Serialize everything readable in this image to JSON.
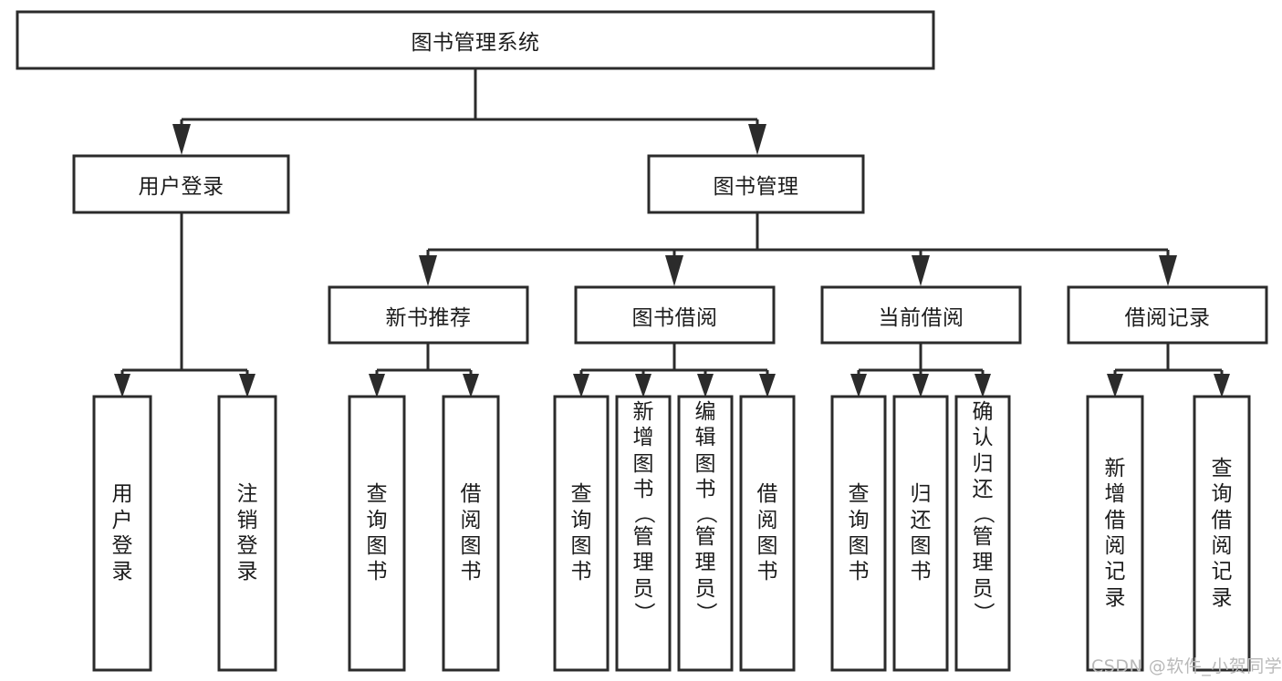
{
  "diagram": {
    "type": "tree-hierarchy-diagram",
    "title": "图书管理系统",
    "root": {
      "id": "root",
      "label": "图书管理系统",
      "orientation": "horizontal"
    },
    "level2": [
      {
        "id": "user-login",
        "label": "用户登录",
        "orientation": "horizontal"
      },
      {
        "id": "book-manage",
        "label": "图书管理",
        "orientation": "horizontal"
      }
    ],
    "level3": [
      {
        "id": "new-book-recommend",
        "label": "新书推荐",
        "orientation": "horizontal",
        "parent": "book-manage"
      },
      {
        "id": "book-borrow",
        "label": "图书借阅",
        "orientation": "horizontal",
        "parent": "book-manage"
      },
      {
        "id": "current-borrow",
        "label": "当前借阅",
        "orientation": "horizontal",
        "parent": "book-manage"
      },
      {
        "id": "borrow-record",
        "label": "借阅记录",
        "orientation": "horizontal",
        "parent": "book-manage"
      }
    ],
    "leaves": [
      {
        "id": "leaf-user-login",
        "label": "用户登录",
        "orientation": "vertical",
        "parent": "user-login",
        "align": "center"
      },
      {
        "id": "leaf-logout-login",
        "label": "注销登录",
        "orientation": "vertical",
        "parent": "user-login",
        "align": "center"
      },
      {
        "id": "leaf-query-book-1",
        "label": "查询图书",
        "orientation": "vertical",
        "parent": "new-book-recommend",
        "align": "center"
      },
      {
        "id": "leaf-borrow-book-1",
        "label": "借阅图书",
        "orientation": "vertical",
        "parent": "new-book-recommend",
        "align": "center"
      },
      {
        "id": "leaf-query-book-2",
        "label": "查询图书",
        "orientation": "vertical",
        "parent": "book-borrow",
        "align": "center"
      },
      {
        "id": "leaf-add-book",
        "label": "新增图书（管理员）",
        "orientation": "vertical",
        "parent": "book-borrow",
        "align": "top"
      },
      {
        "id": "leaf-edit-book",
        "label": "编辑图书（管理员）",
        "orientation": "vertical",
        "parent": "book-borrow",
        "align": "top"
      },
      {
        "id": "leaf-borrow-book-2",
        "label": "借阅图书",
        "orientation": "vertical",
        "parent": "book-borrow",
        "align": "center"
      },
      {
        "id": "leaf-query-book-3",
        "label": "查询图书",
        "orientation": "vertical",
        "parent": "current-borrow",
        "align": "center"
      },
      {
        "id": "leaf-return-book",
        "label": "归还图书",
        "orientation": "vertical",
        "parent": "current-borrow",
        "align": "center"
      },
      {
        "id": "leaf-confirm-return",
        "label": "确认归还（管理员）",
        "orientation": "vertical",
        "parent": "current-borrow",
        "align": "top"
      },
      {
        "id": "leaf-add-record",
        "label": "新增借阅记录",
        "orientation": "vertical",
        "parent": "borrow-record",
        "align": "center"
      },
      {
        "id": "leaf-query-record",
        "label": "查询借阅记录",
        "orientation": "vertical",
        "parent": "borrow-record",
        "align": "center"
      }
    ],
    "watermark": "CSDN @软件_小贺同学",
    "colors": {
      "stroke": "#2b2b2b",
      "fill": "#ffffff",
      "text": "#1c1c1c",
      "watermark": "#b9b9b9",
      "background": "#ffffff"
    }
  }
}
